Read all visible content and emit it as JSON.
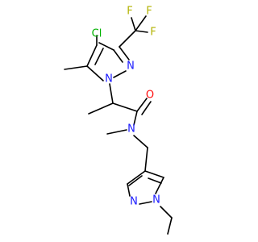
{
  "molecule": {
    "atoms": {
      "cl": {
        "label": "Cl",
        "color": "#00b200"
      },
      "f_top_left": {
        "label": "F",
        "color": "#b2b200"
      },
      "f_top_right": {
        "label": "F",
        "color": "#b2b200"
      },
      "f_right": {
        "label": "F",
        "color": "#b2b200"
      },
      "n_pyrazole1_n2": {
        "label": "N",
        "color": "#1a1aff"
      },
      "n_pyrazole1_n1": {
        "label": "N",
        "color": "#1a1aff"
      },
      "o_carbonyl": {
        "label": "O",
        "color": "#ff0d0d"
      },
      "n_amide": {
        "label": "N",
        "color": "#1a1aff"
      },
      "n_pyrazole2_n2": {
        "label": "N",
        "color": "#1a1aff"
      },
      "n_pyrazole2_n1": {
        "label": "N",
        "color": "#1a1aff"
      }
    }
  }
}
